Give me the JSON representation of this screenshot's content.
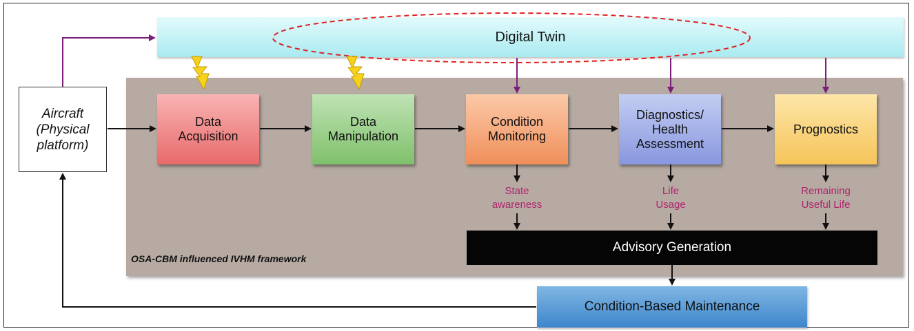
{
  "twin_label": "Digital Twin",
  "aircraft_label": "Aircraft\n(Physical\nplatform)",
  "blocks": [
    {
      "label": "Data\nAcquisition"
    },
    {
      "label": "Data\nManipulation"
    },
    {
      "label": "Condition\nMonitoring"
    },
    {
      "label": "Diagnostics/\nHealth\nAssessment"
    },
    {
      "label": "Prognostics"
    }
  ],
  "outputs": [
    {
      "label": "State\nawareness"
    },
    {
      "label": "Life\nUsage"
    },
    {
      "label": "Remaining\nUseful Life"
    }
  ],
  "advisory_label": "Advisory Generation",
  "cbm_label": "Condition-Based Maintenance",
  "framework_label": "OSA-CBM influenced IVHM framework",
  "colors": {
    "twin_link": "#7b1e7a",
    "ellipse": "#e02020",
    "output_text": "#b0226e",
    "panel": "#b6aaa2"
  }
}
